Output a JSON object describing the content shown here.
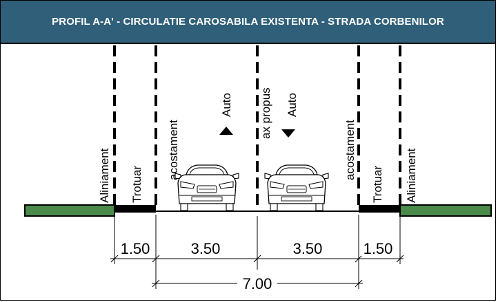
{
  "title": "PROFIL A-A' - CIRCULATIE CAROSABILA EXISTENTA - STRADA CORBENILOR",
  "labels": {
    "aliniament_left": "Aliniament",
    "trotuar_left": "Trotuar",
    "acostament_left": "acostament",
    "auto_left": "Auto",
    "ax": "ax propus",
    "auto_right": "Auto",
    "acostament_right": "acostament",
    "trotuar_right": "Trotuar",
    "aliniament_right": "Aliniament"
  },
  "dimensions": {
    "sidewalk_left": "1.50",
    "lane_left": "3.50",
    "lane_right": "3.50",
    "sidewalk_right": "1.50",
    "total": "7.00"
  },
  "colors": {
    "title_bg": "#2f5f79",
    "title_text": "#ffffff",
    "verge": "#4a8a4a",
    "sidewalk": "#000000"
  }
}
